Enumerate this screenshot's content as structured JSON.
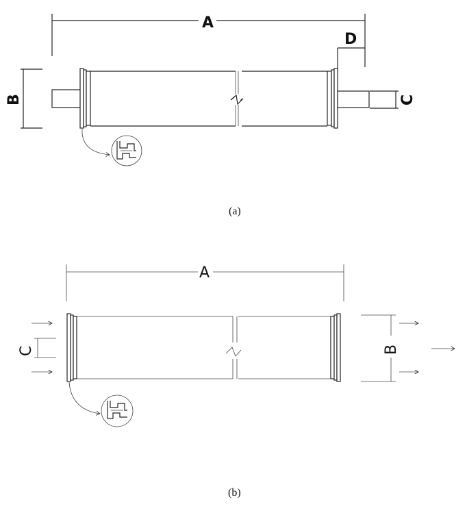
{
  "figure_a": {
    "caption": "(a)",
    "labels": {
      "A": "A",
      "B": "B",
      "C": "C",
      "D": "D"
    }
  },
  "figure_b": {
    "caption": "(b)",
    "labels": {
      "A": "A",
      "B": "B",
      "C": "C"
    }
  }
}
